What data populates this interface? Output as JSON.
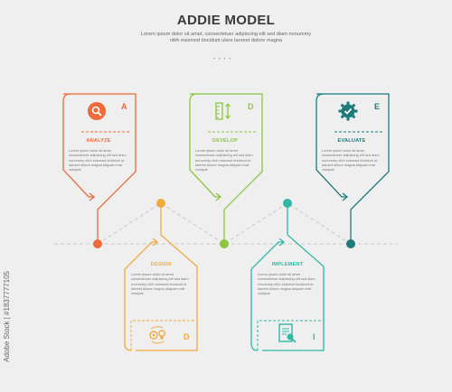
{
  "header": {
    "title": "ADDIE MODEL",
    "subtitle": "Lorem ipsum dolor sit amet, consectetuer adipiscing elit sed diam nonummy nibh euismod tincidunt ulare laoreet dolore magna",
    "dots": "• • • •"
  },
  "stages": [
    {
      "letter": "A",
      "label": "ANALYZE",
      "color": "#ee6a3a",
      "icon": "search-icon",
      "desc": "Lorem ipsum dolor sit amet consectetuer adipiscing elit sed diam nonummy nibh euismod tincidunt ut laoreet dolore magna aliquam erat volutpat"
    },
    {
      "letter": "D",
      "label": "DESIGN",
      "color": "#f2a93b",
      "icon": "gear-lightbulb-icon",
      "desc": "Lorem ipsum dolor sit amet consectetuer adipiscing elit sed diam nonummy nibh euismod tincidunt ut laoreet dolore magna aliquam erat volutpat"
    },
    {
      "letter": "D",
      "label": "DEVELOP",
      "color": "#8cc63f",
      "icon": "ruler-icon",
      "desc": "Lorem ipsum dolor sit amet consectetuer adipiscing elit sed diam nonummy nibh euismod tincidunt ut laoreet dolore magna aliquam erat volutpat"
    },
    {
      "letter": "I",
      "label": "IMPLEMENT",
      "color": "#2fb7a5",
      "icon": "checklist-icon",
      "desc": "Lorem ipsum dolor sit amet consectetuer adipiscing elit sed diam nonummy nibh euismod tincidunt ut laoreet dolore magna aliquam erat volutpat"
    },
    {
      "letter": "E",
      "label": "EVALUATE",
      "color": "#1f7a7a",
      "icon": "check-gear-icon",
      "desc": "Lorem ipsum dolor sit amet consectetuer adipiscing elit sed diam nonummy nibh euismod tincidunt ut laoreet dolore magna aliquam erat volutpat"
    }
  ],
  "watermark": "Adobe Stock | #1837777105"
}
